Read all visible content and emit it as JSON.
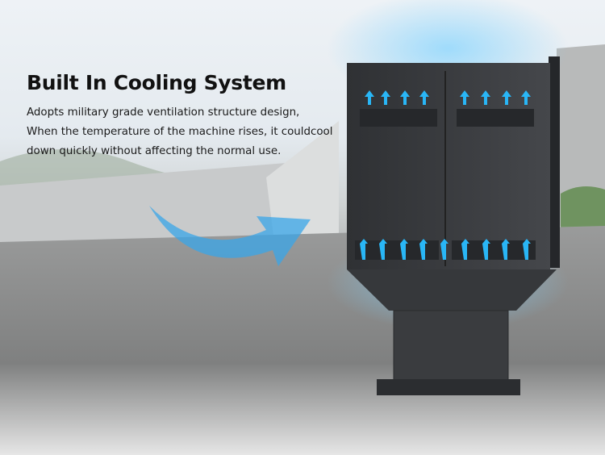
{
  "headline": "Built In Cooling System",
  "description": [
    "Adopts military grade ventilation structure design,",
    "When the temperature of the machine rises, it couldcool",
    "down quickly without affecting the normal use."
  ],
  "colors": {
    "airflow": "#29b6f6",
    "kiosk": "#3b3d40",
    "text": "#111111"
  }
}
